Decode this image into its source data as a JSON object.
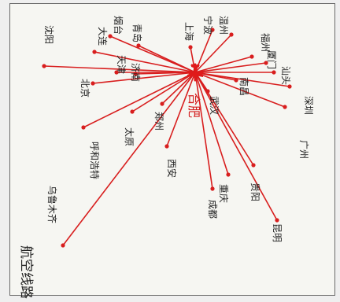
{
  "map": {
    "title": "航空线路",
    "hub": "合肥",
    "colors": {
      "route": "#d81e1e",
      "dot": "#d81e1e",
      "plane": "#e01a1a",
      "text": "#222222"
    },
    "destinations": [
      "沈阳",
      "大连",
      "烟台",
      "青岛",
      "上海",
      "宁波",
      "温州",
      "福州",
      "厦门",
      "汕头",
      "深圳",
      "南昌",
      "广州",
      "天津",
      "济南",
      "北京",
      "武汉",
      "郑州",
      "太原",
      "呼和浩特",
      "西安",
      "贵阳",
      "重庆",
      "成都",
      "昆明",
      "乌鲁木齐"
    ]
  }
}
